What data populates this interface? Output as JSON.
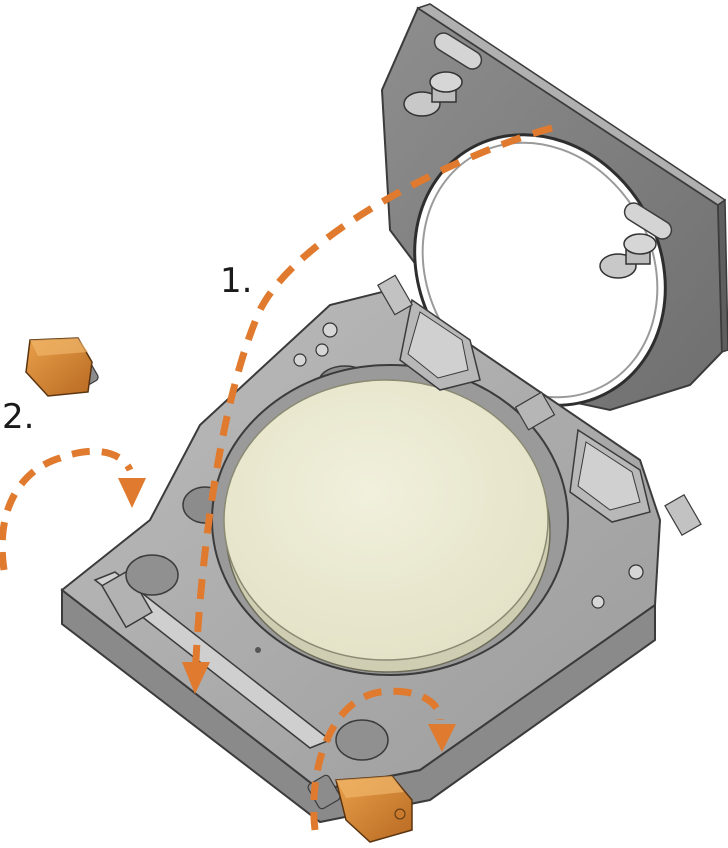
{
  "diagram": {
    "steps": [
      {
        "id": "1",
        "label": "1."
      },
      {
        "id": "2",
        "label": "2."
      }
    ],
    "colors": {
      "arrow": "#e07a2e",
      "knob": "#d8842f",
      "knob_dark": "#a35a1b",
      "frame_light": "#c9c9c9",
      "frame_mid": "#a9a9a9",
      "frame_dark": "#7a7a7a",
      "edge": "#3b3b3b",
      "wafer": "#ebead3",
      "wafer_edge": "#cfcdb2"
    },
    "icons": [
      "hinge-icon",
      "screw-icon",
      "knob-icon"
    ]
  }
}
